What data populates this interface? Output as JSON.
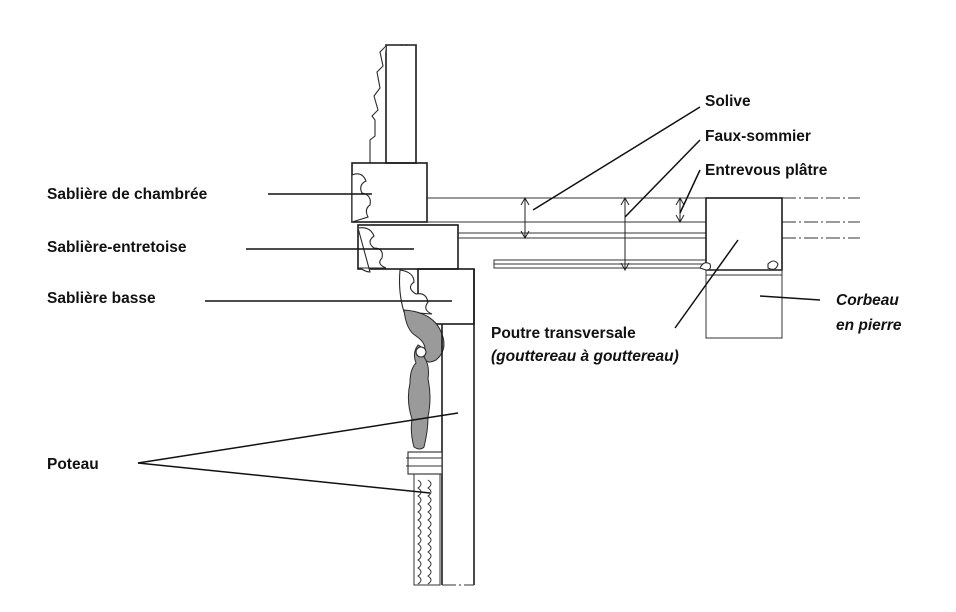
{
  "labels": {
    "sabliere_chambree": "Sablière de chambrée",
    "sabliere_entretoise": "Sablière-entretoise",
    "sabliere_basse": "Sablière basse",
    "poteau": "Poteau",
    "solive": "Solive",
    "faux_sommier": "Faux-sommier",
    "entrevous": "Entrevous plâtre",
    "poutre_line1": "Poutre transversale",
    "poutre_line2": "(gouttereau à gouttereau)",
    "corbeau_line1": "Corbeau",
    "corbeau_line2": "en pierre"
  },
  "colors": {
    "ink": "#1a1a1a",
    "background": "#ffffff",
    "shade": "#9a9a9a"
  }
}
